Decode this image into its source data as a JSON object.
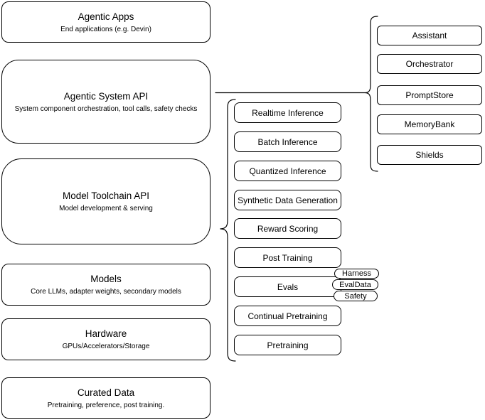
{
  "diagram": {
    "stack": [
      {
        "title": "Agentic Apps",
        "subtitle": "End applications (e.g. Devin)"
      },
      {
        "title": "Agentic System API",
        "subtitle": "System component orchestration, tool calls, safety checks"
      },
      {
        "title": "Model Toolchain API",
        "subtitle": "Model development & serving"
      },
      {
        "title": "Models",
        "subtitle": "Core LLMs, adapter weights, secondary models"
      },
      {
        "title": "Hardware",
        "subtitle": "GPUs/Accelerators/Storage"
      },
      {
        "title": "Curated Data",
        "subtitle": "Pretraining, preference, post training."
      }
    ],
    "toolchain_services": [
      "Realtime Inference",
      "Batch Inference",
      "Quantized Inference",
      "Synthetic Data Generation",
      "Reward Scoring",
      "Post Training",
      "Evals",
      "Continual Pretraining",
      "Pretraining"
    ],
    "eval_tags": [
      "Harness",
      "EvalData",
      "Safety"
    ],
    "system_components": [
      "Assistant",
      "Orchestrator",
      "PromptStore",
      "MemoryBank",
      "Shields"
    ],
    "colors": {
      "stroke": "#000000",
      "fill": "#ffffff",
      "text": "#000000"
    }
  }
}
